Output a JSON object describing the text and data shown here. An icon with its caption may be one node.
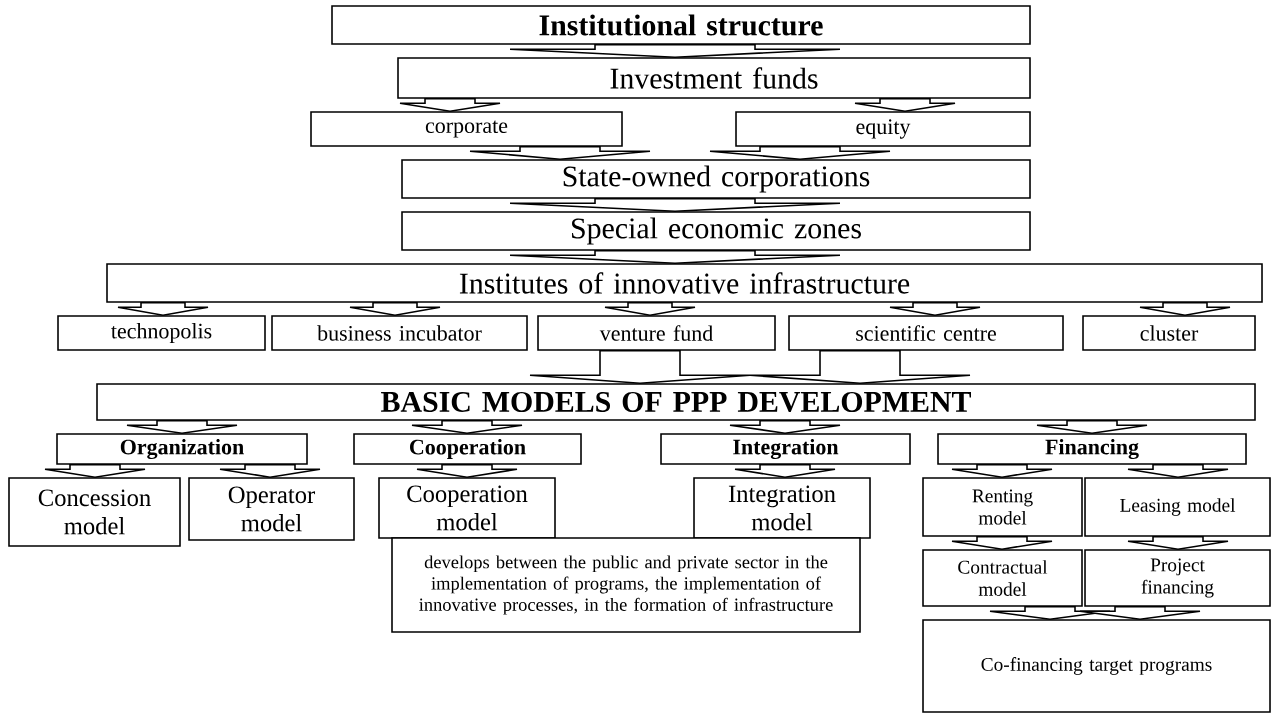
{
  "diagram": {
    "nodes": [
      {
        "text": [
          "Institutional structure"
        ]
      },
      {
        "text": [
          "Investment funds"
        ]
      },
      {
        "text": [
          "corporate"
        ]
      },
      {
        "text": [
          "equity"
        ]
      },
      {
        "text": [
          "State-owned corporations"
        ]
      },
      {
        "text": [
          "Special economic zones"
        ]
      },
      {
        "text": [
          "Institutes of innovative infrastructure"
        ]
      },
      {
        "text": [
          "technopolis"
        ]
      },
      {
        "text": [
          "business incubator"
        ]
      },
      {
        "text": [
          "venture fund"
        ]
      },
      {
        "text": [
          "scientific centre"
        ]
      },
      {
        "text": [
          "cluster"
        ]
      },
      {
        "text": [
          "BASIC MODELS OF PPP DEVELOPMENT"
        ]
      },
      {
        "text": [
          "Organization"
        ]
      },
      {
        "text": [
          "Cooperation"
        ]
      },
      {
        "text": [
          "Integration"
        ]
      },
      {
        "text": [
          "Financing"
        ]
      },
      {
        "text": [
          "Concession model"
        ]
      },
      {
        "text": [
          "Operator model"
        ]
      },
      {
        "text": [
          "Cooperation model"
        ]
      },
      {
        "text": [
          "Integration model"
        ]
      },
      {
        "text": [
          "develops between the public and private sector in the implementation of programs, the implementation of innovative processes, in the formation of infrastructure"
        ]
      },
      {
        "text": [
          "Renting model"
        ]
      },
      {
        "text": [
          "Leasing model"
        ]
      },
      {
        "text": [
          "Contractual model"
        ]
      },
      {
        "text": [
          "Project financing"
        ]
      },
      {
        "text": [
          "Co-financing target programs"
        ]
      }
    ],
    "edges": [
      {
        "from": 0,
        "to": 1,
        "arrow": "to"
      },
      {
        "from": 1,
        "to": 2,
        "arrow": "to"
      },
      {
        "from": 1,
        "to": 3,
        "arrow": "to"
      },
      {
        "from": 2,
        "to": 4,
        "arrow": "to"
      },
      {
        "from": 3,
        "to": 4,
        "arrow": "to"
      },
      {
        "from": 4,
        "to": 5,
        "arrow": "to"
      },
      {
        "from": 5,
        "to": 6,
        "arrow": "to"
      },
      {
        "from": 6,
        "to": 7,
        "arrow": "to"
      },
      {
        "from": 6,
        "to": 8,
        "arrow": "to"
      },
      {
        "from": 6,
        "to": 9,
        "arrow": "to"
      },
      {
        "from": 6,
        "to": 10,
        "arrow": "to"
      },
      {
        "from": 6,
        "to": 11,
        "arrow": "to"
      },
      {
        "from": 9,
        "to": 12,
        "arrow": "to"
      },
      {
        "from": 10,
        "to": 12,
        "arrow": "to"
      },
      {
        "from": 12,
        "to": 13,
        "arrow": "to"
      },
      {
        "from": 12,
        "to": 14,
        "arrow": "to"
      },
      {
        "from": 12,
        "to": 15,
        "arrow": "to"
      },
      {
        "from": 12,
        "to": 16,
        "arrow": "to"
      },
      {
        "from": 13,
        "to": 17,
        "arrow": "to"
      },
      {
        "from": 13,
        "to": 18,
        "arrow": "to"
      },
      {
        "from": 14,
        "to": 19,
        "arrow": "to"
      },
      {
        "from": 15,
        "to": 20,
        "arrow": "to"
      },
      {
        "from": 16,
        "to": 22,
        "arrow": "to"
      },
      {
        "from": 16,
        "to": 23,
        "arrow": "to"
      },
      {
        "from": 22,
        "to": 24,
        "arrow": "to"
      },
      {
        "from": 23,
        "to": 25,
        "arrow": "to"
      },
      {
        "from": 24,
        "to": 26,
        "arrow": "to"
      },
      {
        "from": 25,
        "to": 26,
        "arrow": "to"
      }
    ]
  }
}
